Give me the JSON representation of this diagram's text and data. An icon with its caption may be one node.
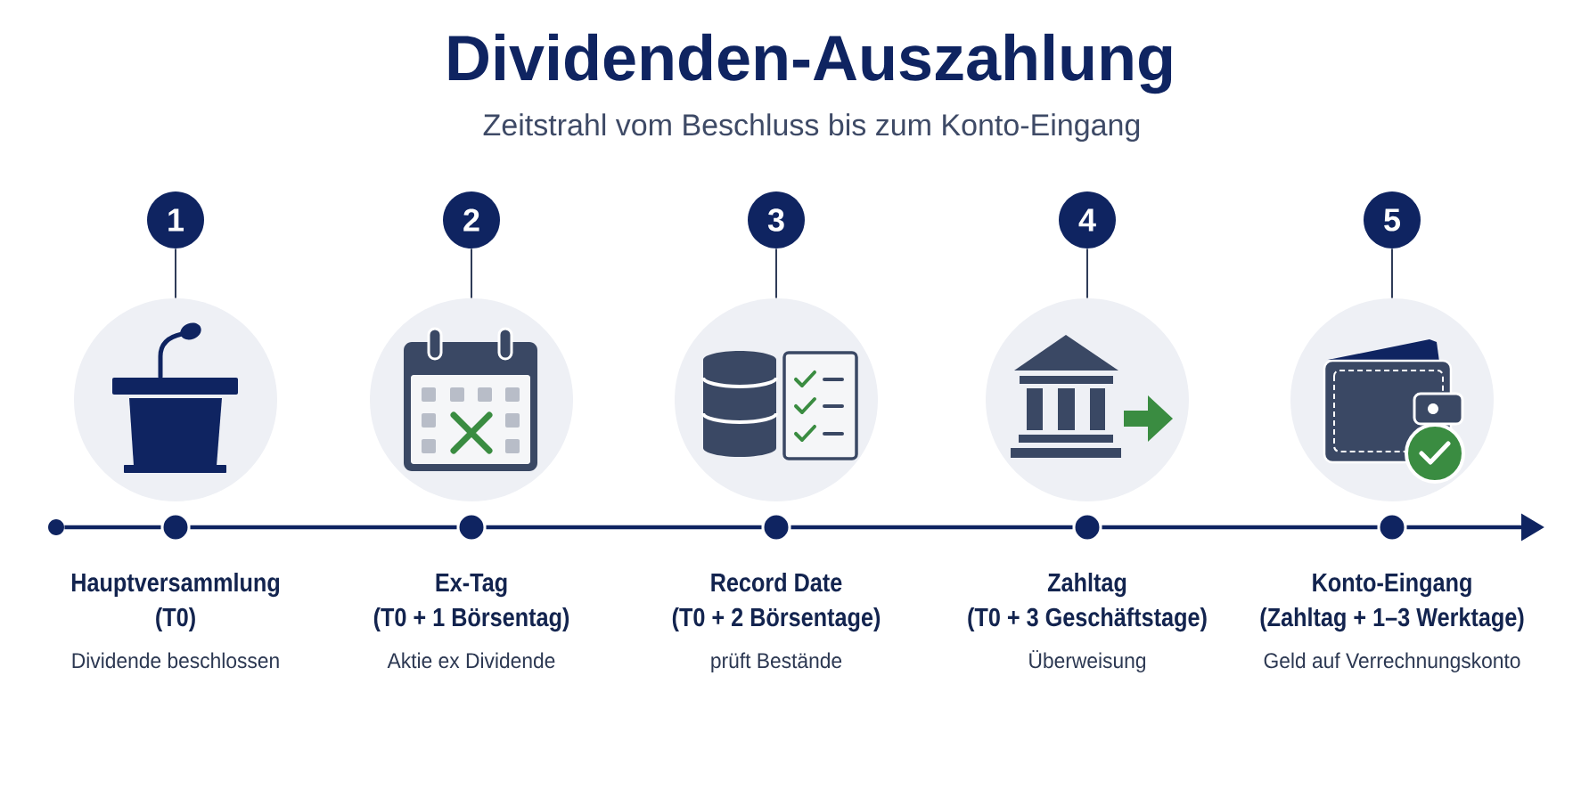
{
  "diagram": {
    "title": "Dividenden-Auszahlung",
    "nodes": [
      {
        "text": [
          "1"
        ]
      },
      {
        "text": [
          "2"
        ]
      },
      {
        "text": [
          "3"
        ]
      },
      {
        "text": [
          "4"
        ]
      },
      {
        "text": [
          "5"
        ]
      },
      {
        "text": [],
        "shape": "circle"
      },
      {
        "text": [],
        "shape": "circle"
      },
      {
        "text": [],
        "shape": "circle"
      },
      {
        "text": [],
        "shape": "circle"
      },
      {
        "text": [],
        "shape": "circle"
      },
      {
        "text": [],
        "shape": "circle"
      },
      {
        "text": [],
        "shape": "circle",
        "beside": [
          "Hauptversammlung",
          "(T0)",
          "Dividende beschlossen"
        ]
      },
      {
        "text": [],
        "shape": "circle",
        "beside": [
          "Ex-Tag",
          "(T0 + 1 Börsentag)",
          "Aktie ex Dividende"
        ]
      },
      {
        "text": [],
        "shape": "circle",
        "beside": [
          "Record Date",
          "(T0 + 2 Börsentage)",
          "prüft Bestände"
        ]
      },
      {
        "text": [],
        "shape": "circle",
        "beside": [
          "Zahltag",
          "(T0 + 3 Geschäftstage)",
          "Überweisung"
        ]
      },
      {
        "text": [],
        "shape": "circle",
        "beside": [
          "Konto-Eingang",
          "(Zahltag + 1–3 Werktage)",
          "Geld auf Verrechnungskonto"
        ]
      }
    ],
    "edges": [
      {
        "from": 0,
        "to": 5,
        "arrow": "none",
        "color": "#2f3c58"
      },
      {
        "from": 1,
        "to": 6,
        "arrow": "none",
        "color": "#2f3c58"
      },
      {
        "from": 2,
        "to": 7,
        "arrow": "none",
        "color": "#2f3c58"
      },
      {
        "from": 3,
        "to": 8,
        "arrow": "none",
        "color": "#2f3c58"
      },
      {
        "from": 4,
        "to": 9,
        "arrow": "none",
        "color": "#2f3c58"
      },
      {
        "from": 10,
        "to": 11,
        "arrow": "none"
      },
      {
        "from": 11,
        "to": 12,
        "arrow": "none"
      },
      {
        "from": 12,
        "to": 13,
        "arrow": "none"
      },
      {
        "from": 13,
        "to": 14,
        "arrow": "none"
      },
      {
        "from": 14,
        "to": 15,
        "arrow": "none"
      },
      {
        "from": 15,
        "to": null,
        "arrow": "to"
      }
    ],
    "labels": [
      "Zeitstrahl vom Beschluss bis zum Konto-Eingang"
    ]
  }
}
